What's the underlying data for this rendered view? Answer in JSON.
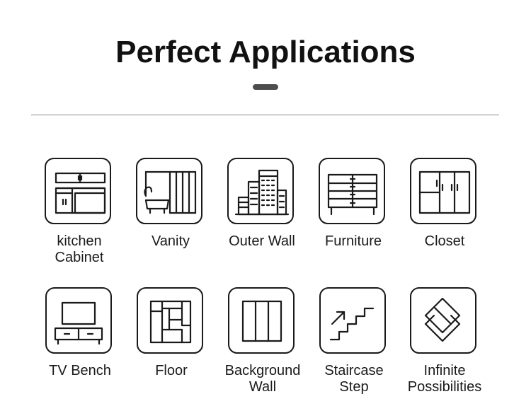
{
  "header": {
    "title": "Perfect Applications"
  },
  "applications": [
    {
      "label": "kitchen\nCabinet",
      "icon": "kitchen-cabinet-icon"
    },
    {
      "label": "Vanity",
      "icon": "vanity-icon"
    },
    {
      "label": "Outer Wall",
      "icon": "outer-wall-icon"
    },
    {
      "label": "Furniture",
      "icon": "furniture-icon"
    },
    {
      "label": "Closet",
      "icon": "closet-icon"
    },
    {
      "label": "TV Bench",
      "icon": "tv-bench-icon"
    },
    {
      "label": "Floor",
      "icon": "floor-icon"
    },
    {
      "label": "Background\nWall",
      "icon": "background-wall-icon"
    },
    {
      "label": "Staircase\nStep",
      "icon": "staircase-step-icon"
    },
    {
      "label": "Infinite\nPossibilities",
      "icon": "infinite-possibilities-icon"
    }
  ],
  "colors": {
    "text": "#111111",
    "accent_bar": "#4d4d4d",
    "divider": "#8a8a8a",
    "icon_stroke": "#1a1a1a"
  }
}
